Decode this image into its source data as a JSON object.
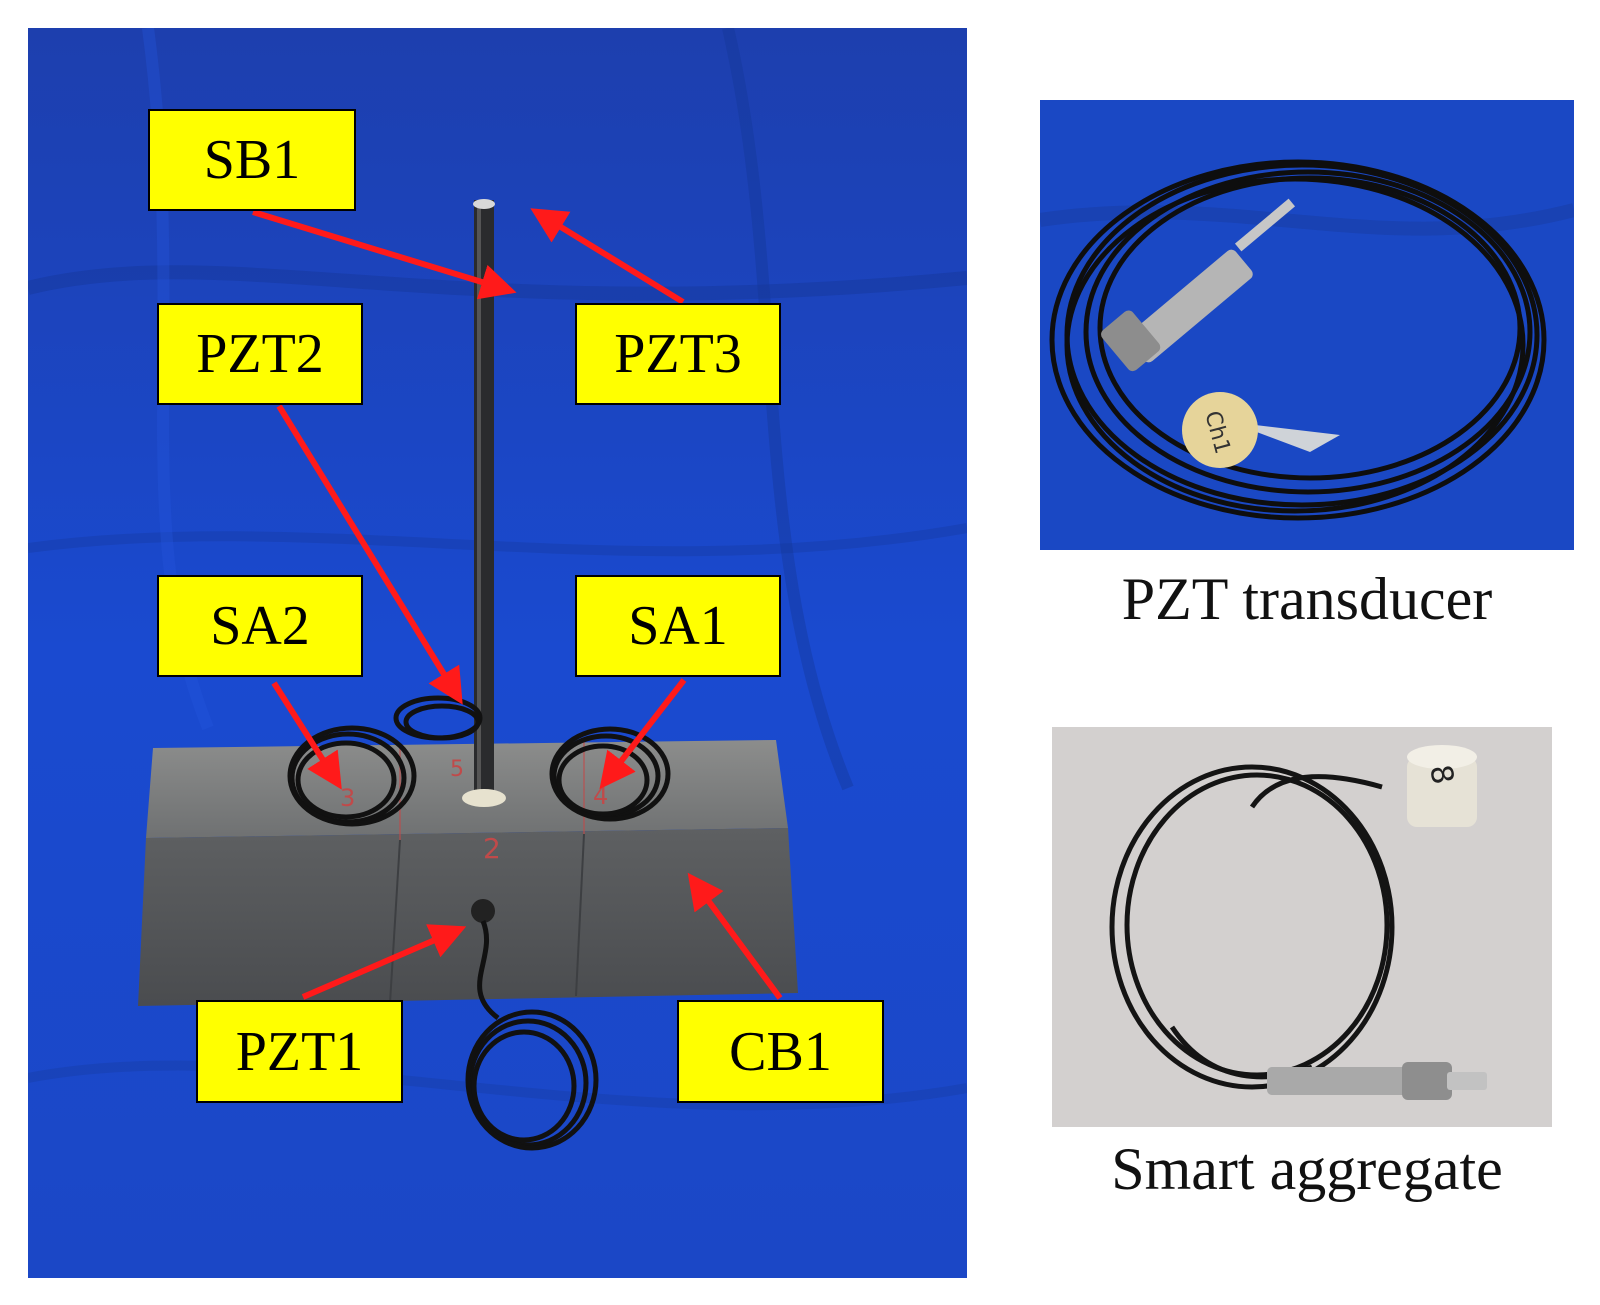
{
  "labels": {
    "sb1": "SB1",
    "pzt2": "PZT2",
    "pzt3": "PZT3",
    "sa2": "SA2",
    "sa1": "SA1",
    "pzt1": "PZT1",
    "cb1": "CB1"
  },
  "captions": {
    "pzt_transducer": "PZT transducer",
    "smart_aggregate": "Smart aggregate"
  },
  "marks": {
    "block_side": "2",
    "sensor_left": "3",
    "sensor_mid": "5",
    "sensor_right": "4",
    "tag": "Ch1",
    "sa_number": "8"
  },
  "colors": {
    "background_blue": "#1a46c8",
    "label_fill": "#ffff00",
    "arrow": "#ff1a1a",
    "concrete": "#6e6f70",
    "cable": "#111111"
  }
}
